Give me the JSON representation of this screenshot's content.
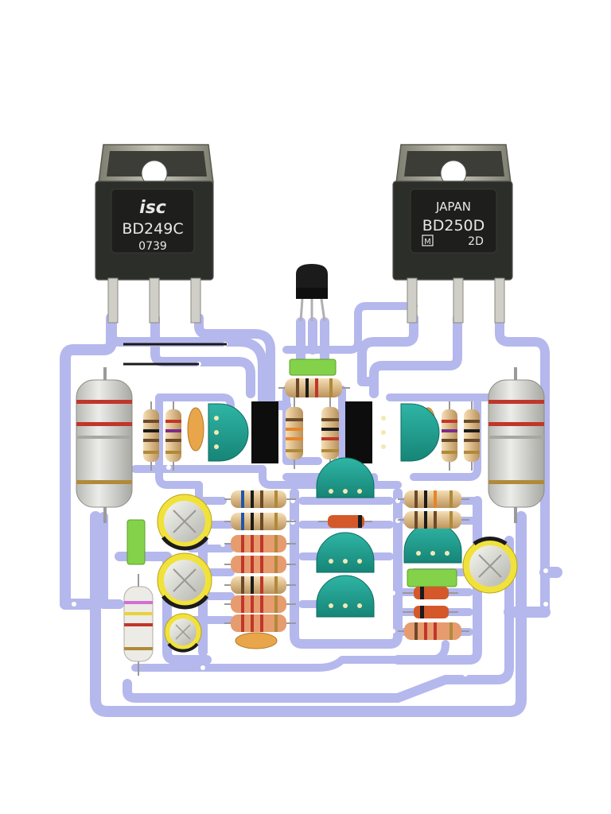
{
  "transistors": {
    "left": {
      "brand": "isc",
      "part": "BD249C",
      "code": "0739"
    },
    "right": {
      "brand": "JAPAN",
      "part": "BD250D",
      "code": "2D",
      "logo": "M"
    }
  },
  "colors": {
    "board": "#ffffff",
    "trace": "#b5b8ec",
    "tab_metal": "#9a9a8c",
    "body_dark": "#2e302b",
    "heatsink_part": "#1f9e8e",
    "resistor_body": "#e3c79a",
    "cap_yellow": "#f1e23b",
    "green_cap": "#84d24a"
  }
}
